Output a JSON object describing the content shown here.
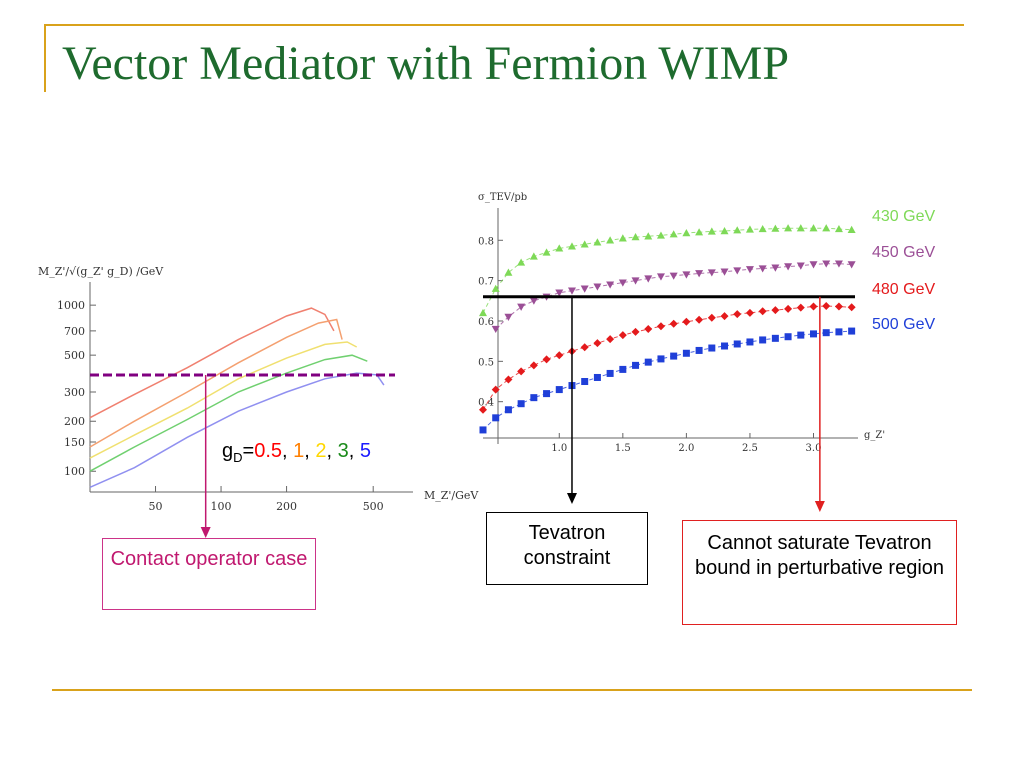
{
  "title": "Vector Mediator with Fermion WIMP",
  "colors": {
    "title": "#1e6b2e",
    "rule": "#d9a21b"
  },
  "left_plot": {
    "ylabel": "M_Z'/√(g_Z' g_D) /GeV",
    "xlabel": "M_Z'/GeV",
    "gd_prefix": "g",
    "gd_sub": "D",
    "gd_eq": "=",
    "gd_values": [
      {
        "text": "0.5",
        "color": "#ff0000"
      },
      {
        "text": "1",
        "color": "#ff7f00"
      },
      {
        "text": "2",
        "color": "#ffd700"
      },
      {
        "text": "3",
        "color": "#1a8a1a"
      },
      {
        "text": "5",
        "color": "#1a1aff"
      }
    ],
    "gd_sep": ", "
  },
  "right_plot": {
    "ylabel": "σ_TEV/pb",
    "xlabel": "g_Z'"
  },
  "annotations": {
    "contact": "Contact operator case",
    "tevatron": "Tevatron constraint",
    "cannot": "Cannot saturate Tevatron bound in perturbative region"
  },
  "chart_data": [
    {
      "type": "line",
      "xscale": "log",
      "yscale": "log",
      "xlabel": "M_Z'/GeV",
      "ylabel": "M_Z'/√(g_Z' g_D) /GeV",
      "xticks": [
        50,
        100,
        200,
        500
      ],
      "yticks": [
        100,
        150,
        200,
        300,
        500,
        700,
        1000
      ],
      "xlim": [
        25,
        700
      ],
      "ylim": [
        75,
        1200
      ],
      "series": [
        {
          "name": "0.5",
          "color": "#f08070",
          "points": [
            [
              25,
              210
            ],
            [
              40,
              290
            ],
            [
              70,
              420
            ],
            [
              120,
              620
            ],
            [
              200,
              860
            ],
            [
              260,
              960
            ],
            [
              300,
              880
            ],
            [
              330,
              700
            ]
          ]
        },
        {
          "name": "1",
          "color": "#f4a070",
          "points": [
            [
              25,
              140
            ],
            [
              40,
              200
            ],
            [
              70,
              300
            ],
            [
              120,
              450
            ],
            [
              200,
              640
            ],
            [
              280,
              780
            ],
            [
              340,
              820
            ],
            [
              360,
              620
            ]
          ]
        },
        {
          "name": "2",
          "color": "#f0e070",
          "points": [
            [
              25,
              120
            ],
            [
              40,
              165
            ],
            [
              70,
              240
            ],
            [
              120,
              360
            ],
            [
              200,
              480
            ],
            [
              300,
              580
            ],
            [
              380,
              600
            ],
            [
              420,
              560
            ]
          ]
        },
        {
          "name": "3",
          "color": "#70d070",
          "points": [
            [
              25,
              100
            ],
            [
              40,
              140
            ],
            [
              70,
              205
            ],
            [
              120,
              300
            ],
            [
              200,
              390
            ],
            [
              300,
              470
            ],
            [
              400,
              500
            ],
            [
              470,
              460
            ]
          ]
        },
        {
          "name": "5",
          "color": "#9090f0",
          "points": [
            [
              25,
              80
            ],
            [
              40,
              105
            ],
            [
              70,
              160
            ],
            [
              120,
              230
            ],
            [
              200,
              300
            ],
            [
              300,
              360
            ],
            [
              420,
              390
            ],
            [
              520,
              380
            ],
            [
              560,
              330
            ]
          ]
        }
      ],
      "hlines": [
        {
          "y": 380,
          "color": "#800080",
          "style": "dashed"
        }
      ]
    },
    {
      "type": "scatter",
      "xlabel": "g_Z'",
      "ylabel": "σ_TEV/pb",
      "xticks": [
        1.0,
        1.5,
        2.0,
        2.5,
        3.0
      ],
      "yticks": [
        0.4,
        0.5,
        0.6,
        0.7,
        0.8
      ],
      "xlim": [
        0.4,
        3.35
      ],
      "ylim": [
        0.31,
        0.88
      ],
      "hline": 0.66,
      "series": [
        {
          "name": "430 GeV",
          "color": "#7ed957",
          "marker": "triangle-up",
          "x": [
            0.4,
            0.5,
            0.6,
            0.7,
            0.8,
            0.9,
            1.0,
            1.1,
            1.2,
            1.3,
            1.4,
            1.5,
            1.6,
            1.7,
            1.8,
            1.9,
            2.0,
            2.1,
            2.2,
            2.3,
            2.4,
            2.5,
            2.6,
            2.7,
            2.8,
            2.9,
            3.0,
            3.1,
            3.2,
            3.3
          ],
          "y": [
            0.62,
            0.68,
            0.72,
            0.745,
            0.76,
            0.77,
            0.78,
            0.785,
            0.79,
            0.795,
            0.8,
            0.805,
            0.808,
            0.81,
            0.812,
            0.815,
            0.818,
            0.82,
            0.822,
            0.823,
            0.825,
            0.827,
            0.828,
            0.829,
            0.83,
            0.83,
            0.83,
            0.83,
            0.828,
            0.826
          ]
        },
        {
          "name": "450 GeV",
          "color": "#9b4f96",
          "marker": "triangle-down",
          "x": [
            0.5,
            0.6,
            0.7,
            0.8,
            0.9,
            1.0,
            1.1,
            1.2,
            1.3,
            1.4,
            1.5,
            1.6,
            1.7,
            1.8,
            1.9,
            2.0,
            2.1,
            2.2,
            2.3,
            2.4,
            2.5,
            2.6,
            2.7,
            2.8,
            2.9,
            3.0,
            3.1,
            3.2,
            3.3
          ],
          "y": [
            0.58,
            0.61,
            0.635,
            0.65,
            0.66,
            0.67,
            0.675,
            0.68,
            0.685,
            0.69,
            0.695,
            0.7,
            0.705,
            0.71,
            0.712,
            0.715,
            0.718,
            0.72,
            0.722,
            0.725,
            0.728,
            0.73,
            0.732,
            0.735,
            0.737,
            0.74,
            0.742,
            0.742,
            0.74
          ]
        },
        {
          "name": "480 GeV",
          "color": "#e41a1c",
          "marker": "diamond",
          "x": [
            0.4,
            0.5,
            0.6,
            0.7,
            0.8,
            0.9,
            1.0,
            1.1,
            1.2,
            1.3,
            1.4,
            1.5,
            1.6,
            1.7,
            1.8,
            1.9,
            2.0,
            2.1,
            2.2,
            2.3,
            2.4,
            2.5,
            2.6,
            2.7,
            2.8,
            2.9,
            3.0,
            3.1,
            3.2,
            3.3
          ],
          "y": [
            0.38,
            0.43,
            0.455,
            0.475,
            0.49,
            0.505,
            0.515,
            0.525,
            0.535,
            0.545,
            0.555,
            0.565,
            0.573,
            0.58,
            0.587,
            0.593,
            0.598,
            0.603,
            0.608,
            0.612,
            0.617,
            0.62,
            0.624,
            0.627,
            0.63,
            0.633,
            0.636,
            0.637,
            0.636,
            0.634
          ]
        },
        {
          "name": "500 GeV",
          "color": "#1f3fd8",
          "marker": "square",
          "x": [
            0.4,
            0.5,
            0.6,
            0.7,
            0.8,
            0.9,
            1.0,
            1.1,
            1.2,
            1.3,
            1.4,
            1.5,
            1.6,
            1.7,
            1.8,
            1.9,
            2.0,
            2.1,
            2.2,
            2.3,
            2.4,
            2.5,
            2.6,
            2.7,
            2.8,
            2.9,
            3.0,
            3.1,
            3.2,
            3.3
          ],
          "y": [
            0.33,
            0.36,
            0.38,
            0.395,
            0.41,
            0.42,
            0.43,
            0.44,
            0.45,
            0.46,
            0.47,
            0.48,
            0.49,
            0.498,
            0.506,
            0.513,
            0.52,
            0.527,
            0.533,
            0.538,
            0.543,
            0.548,
            0.553,
            0.557,
            0.561,
            0.565,
            0.568,
            0.571,
            0.573,
            0.575
          ]
        }
      ]
    }
  ]
}
